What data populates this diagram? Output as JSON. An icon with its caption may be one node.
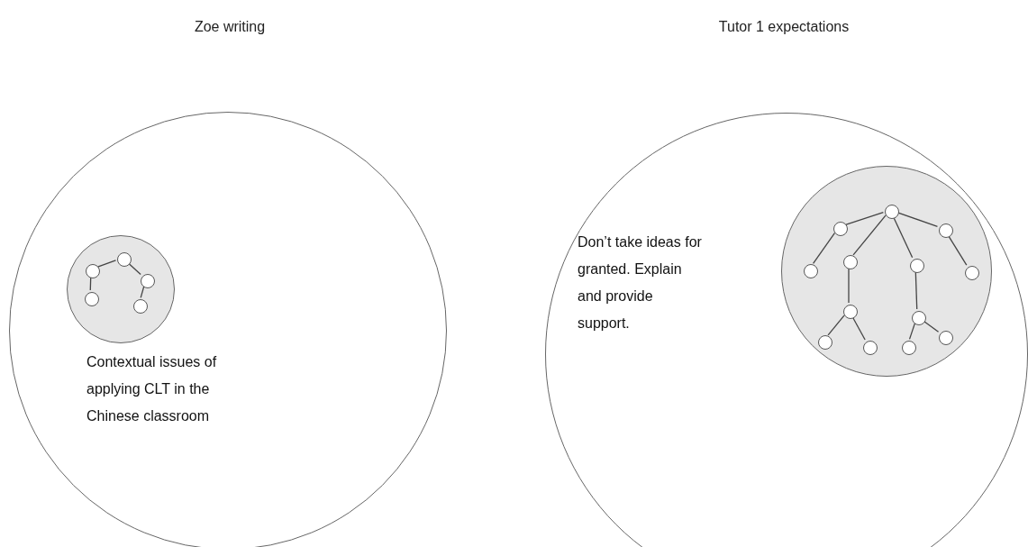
{
  "diagram": {
    "nodes": [
      {
        "text": [
          "Contextual issues of applying CLT in the Chinese classroom"
        ]
      },
      {
        "text": [],
        "shape": "circle",
        "in": 0
      },
      {
        "text": [],
        "shape": "circle",
        "in": 1
      },
      {
        "text": [],
        "shape": "circle",
        "in": 1
      },
      {
        "text": [],
        "shape": "circle",
        "in": 1
      },
      {
        "text": [],
        "shape": "circle",
        "in": 1
      },
      {
        "text": [],
        "shape": "circle",
        "in": 1
      },
      {
        "text": [
          "Don’t take ideas for granted. Explain and provide support."
        ]
      },
      {
        "text": [],
        "shape": "circle",
        "in": 7
      },
      {
        "text": [],
        "shape": "circle",
        "in": 8
      },
      {
        "text": [],
        "shape": "circle",
        "in": 8
      },
      {
        "text": [],
        "shape": "circle",
        "in": 8
      },
      {
        "text": [],
        "shape": "circle",
        "in": 8
      },
      {
        "text": [],
        "shape": "circle",
        "in": 8
      },
      {
        "text": [],
        "shape": "circle",
        "in": 8
      },
      {
        "text": [],
        "shape": "circle",
        "in": 8
      },
      {
        "text": [],
        "shape": "circle",
        "in": 8
      },
      {
        "text": [],
        "shape": "circle",
        "in": 8
      },
      {
        "text": [],
        "shape": "circle",
        "in": 8
      },
      {
        "text": [],
        "shape": "circle",
        "in": 8
      },
      {
        "text": [],
        "shape": "circle",
        "in": 8
      },
      {
        "text": [],
        "shape": "circle",
        "in": 8
      }
    ],
    "edges": [
      {
        "from": 5,
        "to": 2,
        "arrow": "none"
      },
      {
        "from": 2,
        "to": 3,
        "arrow": "none"
      },
      {
        "from": 3,
        "to": 4,
        "arrow": "none"
      },
      {
        "from": 4,
        "to": 6,
        "arrow": "none"
      },
      {
        "from": 9,
        "to": 10,
        "arrow": "none"
      },
      {
        "from": 9,
        "to": 13,
        "arrow": "none"
      },
      {
        "from": 9,
        "to": 14,
        "arrow": "none"
      },
      {
        "from": 9,
        "to": 11,
        "arrow": "none"
      },
      {
        "from": 10,
        "to": 12,
        "arrow": "none"
      },
      {
        "from": 11,
        "to": 15,
        "arrow": "none"
      },
      {
        "from": 13,
        "to": 16,
        "arrow": "none"
      },
      {
        "from": 14,
        "to": 17,
        "arrow": "none"
      },
      {
        "from": 16,
        "to": 18,
        "arrow": "none"
      },
      {
        "from": 16,
        "to": 19,
        "arrow": "none"
      },
      {
        "from": 17,
        "to": 20,
        "arrow": "none"
      },
      {
        "from": 17,
        "to": 21,
        "arrow": "none"
      }
    ],
    "labels": [
      "Zoe writing",
      "Tutor 1 expectations"
    ]
  }
}
